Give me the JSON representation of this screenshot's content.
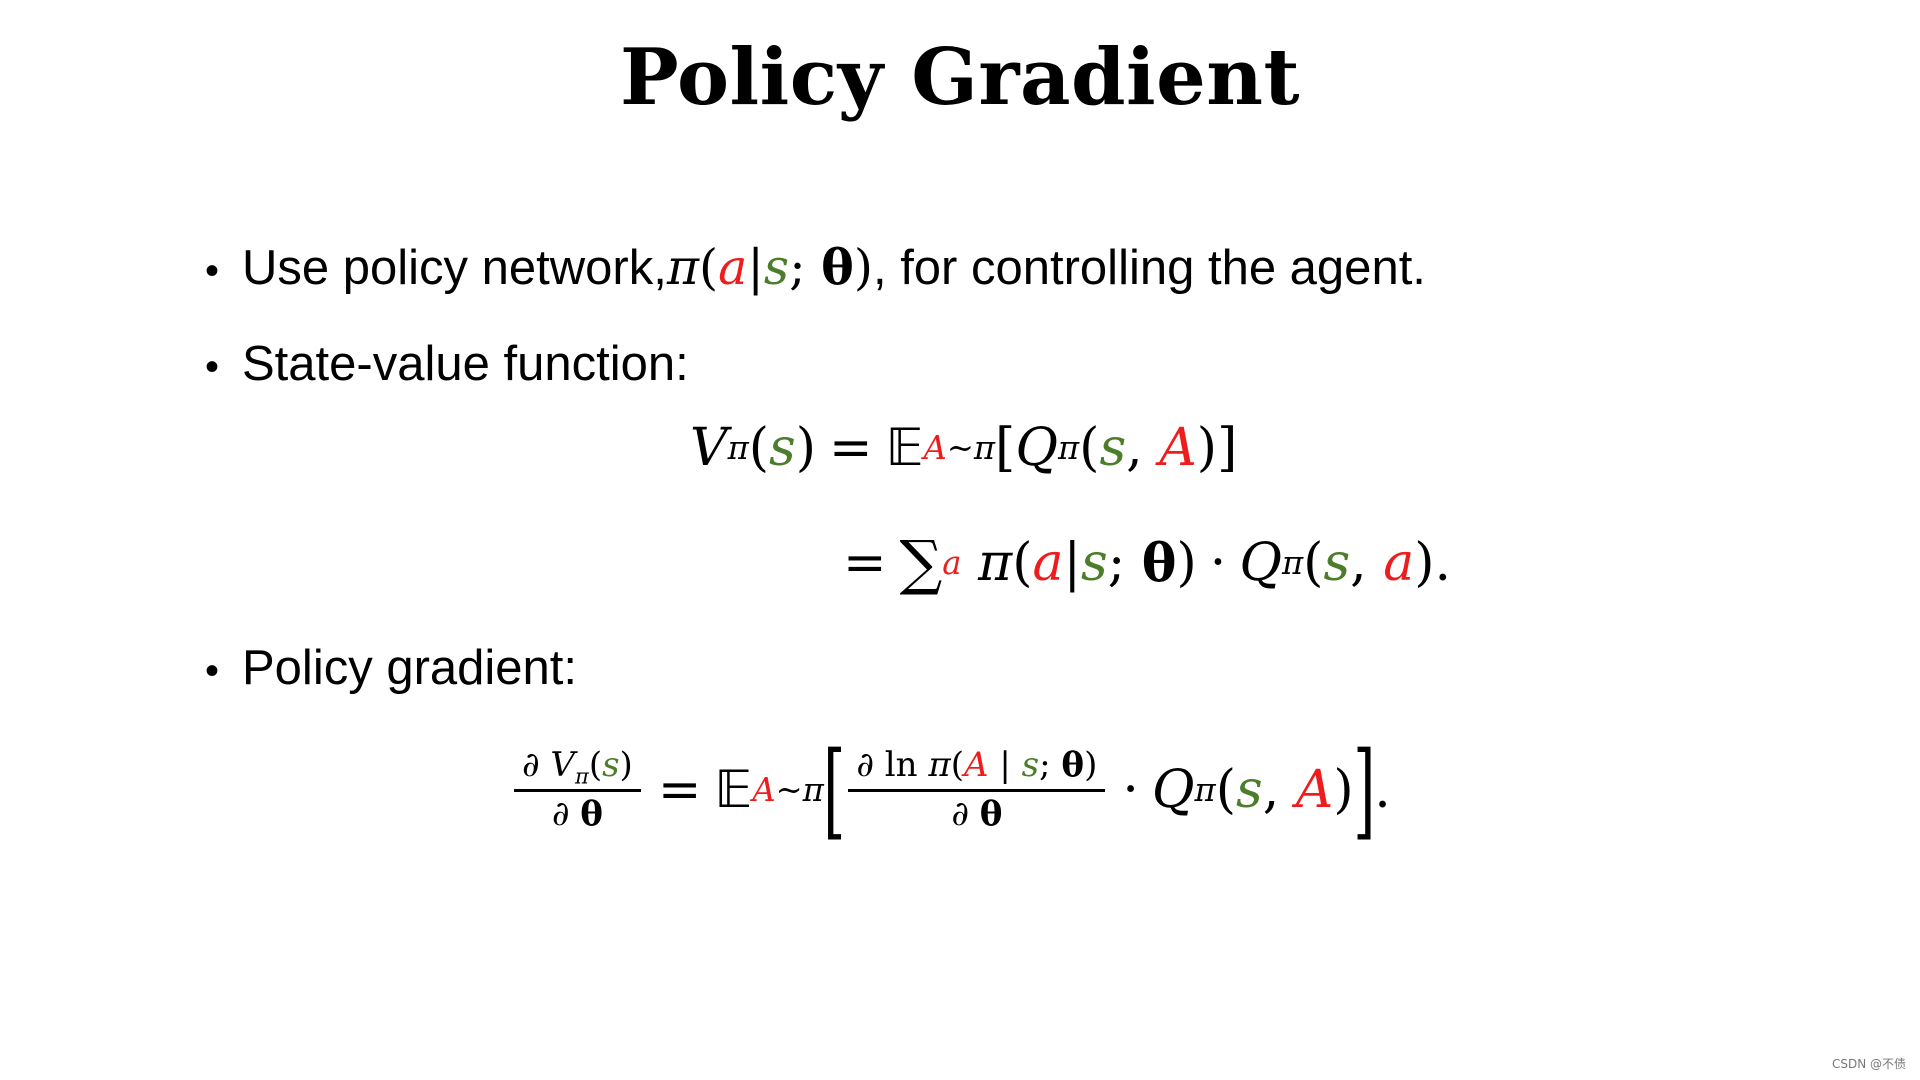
{
  "slide": {
    "title": "Policy Gradient",
    "bullet1": {
      "text_before": "Use policy network, ",
      "text_after": ", for controlling the agent."
    },
    "bullet2": {
      "text": "State-value function:"
    },
    "bullet3": {
      "text": "Policy gradient:"
    },
    "colors": {
      "action": "#ee1c1c",
      "state": "#4c7d2a"
    },
    "watermark": "CSDN @不债"
  },
  "sym": {
    "pi": "π",
    "a": "a",
    "s": "s",
    "A": "A",
    "theta": "θ",
    "V": "V",
    "Q": "Q",
    "E": "𝔼",
    "sum": "∑",
    "partial": "∂",
    "ln": "ln",
    "tilde": "~",
    "bar": "|",
    "semi": ";",
    "dot": "·",
    "eq": "=",
    "comma": ",",
    "period": ".",
    "lp": "(",
    "rp": ")",
    "lb": "[",
    "rb": "]"
  }
}
